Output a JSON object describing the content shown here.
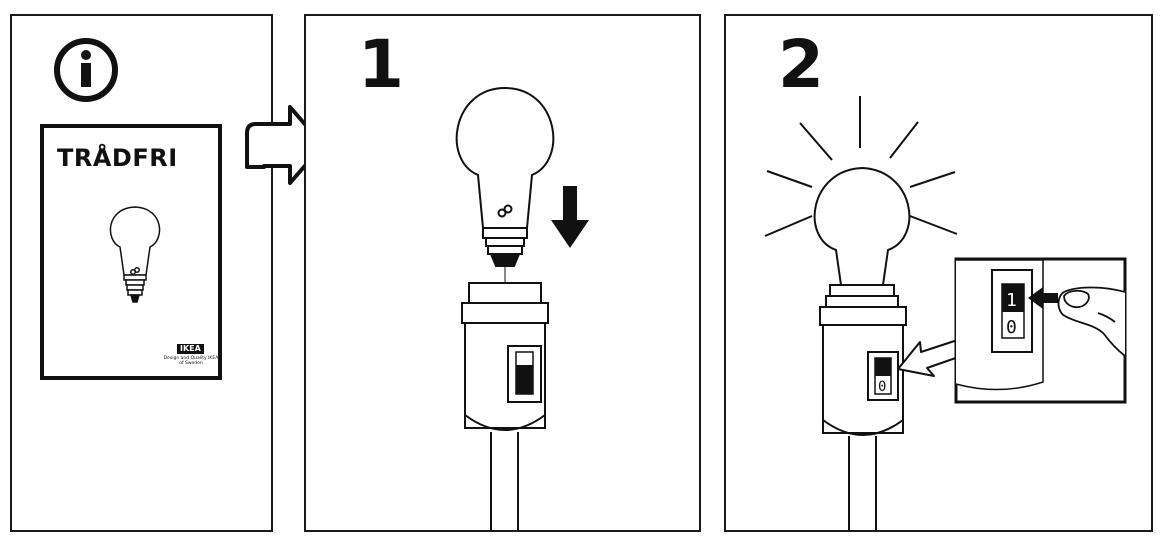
{
  "info_panel": {
    "icon": "info-icon",
    "booklet_title": "TRÅDFRI",
    "brand": "IKEA",
    "brand_caption": "Design and Quality IKEA of Sweden"
  },
  "transition_arrow_icon": "arrow-right-icon",
  "step1": {
    "number": "1",
    "arrow_icon": "arrow-down-icon"
  },
  "step2": {
    "number": "2",
    "switch_on_label": "1",
    "switch_off_label": "0"
  }
}
